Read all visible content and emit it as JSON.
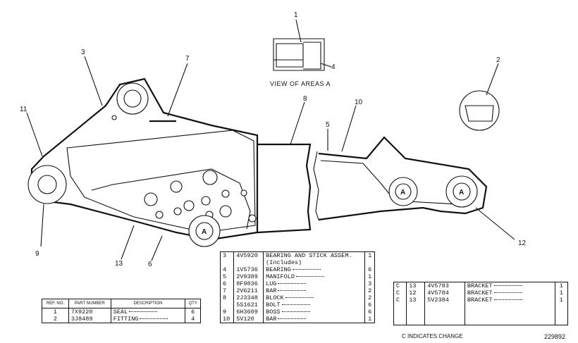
{
  "diagram": {
    "view_label": "VIEW OF AREAS A",
    "callouts": [
      "1",
      "2",
      "3",
      "4",
      "5",
      "6",
      "7",
      "8",
      "9",
      "10",
      "11",
      "12",
      "13"
    ],
    "area_marker": "A",
    "drawing_number": "229892",
    "change_note": "C INDICATES CHANGE"
  },
  "parts_table_left": {
    "headers": {
      "ref": "REF. NO.",
      "part": "PART NUMBER",
      "description": "DESCRIPTION",
      "qty": "QTY"
    },
    "rows": [
      {
        "ref": "1",
        "part": "7X9220",
        "description": "SEAL",
        "qty": "6"
      },
      {
        "ref": "2",
        "part": "3J8489",
        "description": "FITTING",
        "qty": "4"
      }
    ]
  },
  "parts_table_middle": {
    "rows": [
      {
        "ref": "3",
        "part": "4V5920",
        "description": "BEARING AND STICK ASSEM.",
        "qty": "1"
      },
      {
        "ref": "",
        "part": "",
        "description": "(Includes)",
        "qty": ""
      },
      {
        "ref": "4",
        "part": "1V5736",
        "description": "BEARING",
        "qty": "6"
      },
      {
        "ref": "5",
        "part": "2V9389",
        "description": "MANIFOLD",
        "qty": "1"
      },
      {
        "ref": "6",
        "part": "8F9836",
        "description": "LUG",
        "qty": "3"
      },
      {
        "ref": "7",
        "part": "2V6211",
        "description": "BAR",
        "qty": "2"
      },
      {
        "ref": "8",
        "part": "2J3348",
        "description": "BLOCK",
        "qty": "2"
      },
      {
        "ref": "",
        "part": "5S1621",
        "description": "BOLT",
        "qty": "6"
      },
      {
        "ref": "9",
        "part": "6H3609",
        "description": "BOSS",
        "qty": "6"
      },
      {
        "ref": "10",
        "part": "5V120",
        "description": "BAR",
        "qty": "1"
      }
    ]
  },
  "parts_table_right": {
    "rows": [
      {
        "change": "C",
        "ref": "13",
        "part": "4V5783",
        "description": "BRACKET",
        "qty": "1"
      },
      {
        "change": "C",
        "ref": "12",
        "part": "4V5784",
        "description": "BRACKET",
        "qty": "1"
      },
      {
        "change": "C",
        "ref": "13",
        "part": "5V2384",
        "description": "BRACKET",
        "qty": "1"
      }
    ]
  }
}
